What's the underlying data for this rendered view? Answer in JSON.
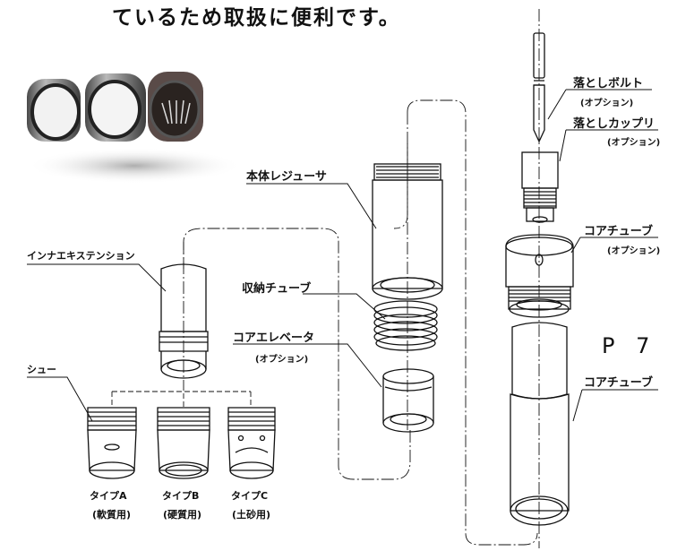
{
  "header": {
    "text": "ているため取扱に便利です。"
  },
  "page_label": "P 7",
  "labels": {
    "drop_bolt": "落としボルト",
    "drop_bolt_opt": "(オプション)",
    "drop_coupling": "落としカップリ",
    "drop_coupling_opt": "(オプション)",
    "core_tube_upper": "コアチューブ",
    "core_tube_upper_opt": "(オプション)",
    "body_reducer": "本体レジューサ",
    "storage_tube": "収納チューブ",
    "core_elevator": "コアエレベータ",
    "core_elevator_opt": "(オプション)",
    "inner_extension": "インナエキステンション",
    "shoe": "シュー",
    "core_tube_lower": "コアチューブ"
  },
  "types": [
    {
      "name": "タイプA",
      "use": "(軟質用)"
    },
    {
      "name": "タイプB",
      "use": "(硬質用)"
    },
    {
      "name": "タイプC",
      "use": "(土砂用)"
    }
  ]
}
